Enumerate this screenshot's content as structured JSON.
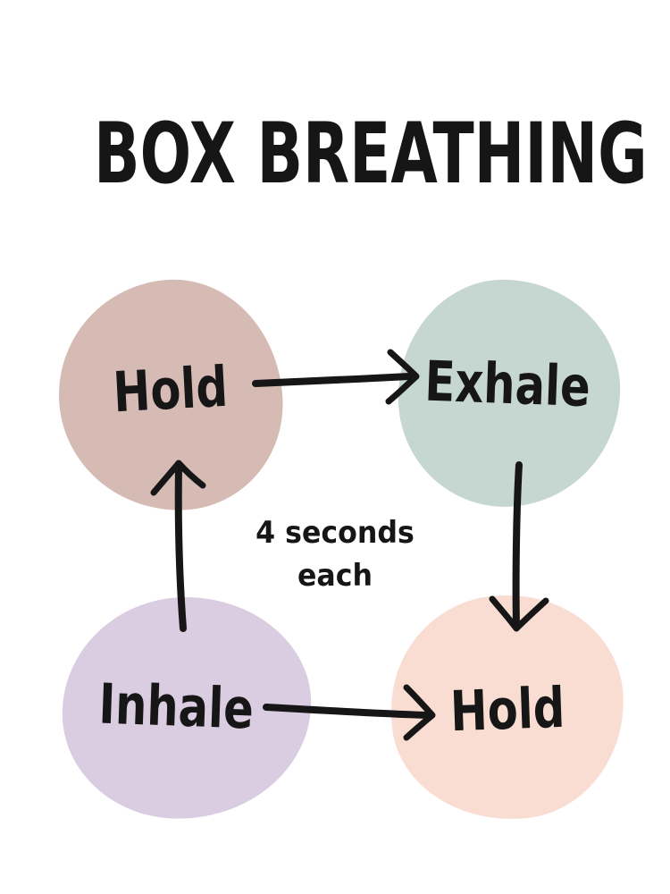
{
  "poster": {
    "title": "BOX BREATHING",
    "note": {
      "line1": "4 seconds",
      "line2": "each"
    },
    "nodes": [
      {
        "id": "hold-top-left",
        "label": "Hold",
        "color": "#d5bbb3"
      },
      {
        "id": "exhale-top-right",
        "label": "Exhale",
        "color": "#c6d6d1"
      },
      {
        "id": "inhale-bottom-left",
        "label": "Inhale",
        "color": "#dacce1"
      },
      {
        "id": "hold-bottom-right",
        "label": "Hold",
        "color": "#f9ddd3"
      }
    ],
    "edges": [
      {
        "from": "Hold (top left)",
        "to": "Exhale (top right)",
        "direction": "right"
      },
      {
        "from": "Exhale (top right)",
        "to": "Hold (bottom right)",
        "direction": "down"
      },
      {
        "from": "Inhale (bottom left)",
        "to": "Hold (bottom right)",
        "direction": "right"
      },
      {
        "from": "Inhale (bottom left)",
        "to": "Hold (top left)",
        "direction": "up"
      }
    ],
    "colors": {
      "background": "#ffffff",
      "ink": "#161616"
    }
  }
}
